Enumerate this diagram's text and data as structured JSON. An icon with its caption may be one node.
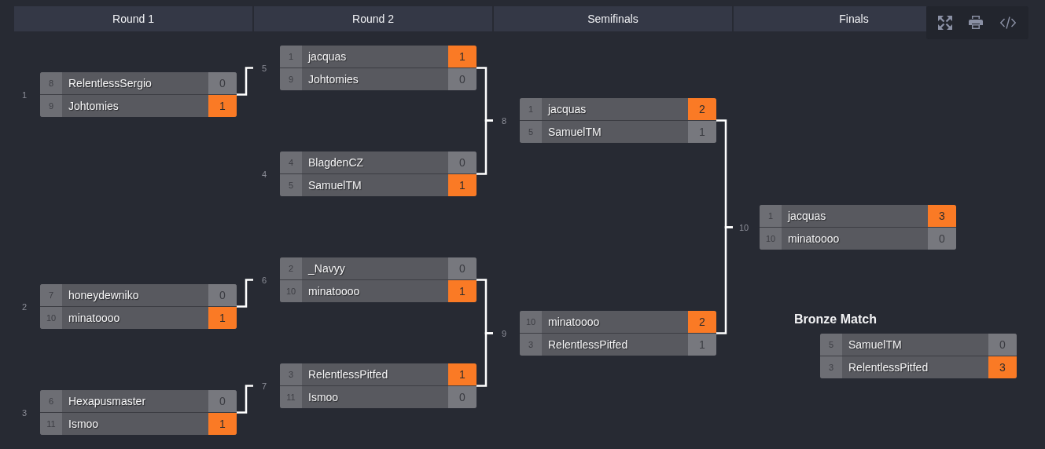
{
  "diagram": {
    "nodes": [
      {
        "text": [
          "8",
          "RelentlessSergio",
          "0",
          "9",
          "Johtomies",
          "1"
        ],
        "beside": [
          "1"
        ]
      },
      {
        "text": [
          "7",
          "honeydewniko",
          "0",
          "10",
          "minatoooo",
          "1"
        ],
        "beside": [
          "2"
        ]
      },
      {
        "text": [
          "6",
          "Hexapusmaster",
          "0",
          "11",
          "Ismoo",
          "1"
        ],
        "beside": [
          "3"
        ]
      },
      {
        "text": [
          "1",
          "jacquas",
          "1",
          "9",
          "Johtomies",
          "0"
        ],
        "beside": [
          "5"
        ]
      },
      {
        "text": [
          "4",
          "BlagdenCZ",
          "0",
          "5",
          "SamuelTM",
          "1"
        ],
        "beside": [
          "4"
        ]
      },
      {
        "text": [
          "2",
          "_Navyy",
          "0",
          "10",
          "minatoooo",
          "1"
        ],
        "beside": [
          "6"
        ]
      },
      {
        "text": [
          "3",
          "RelentlessPitfed",
          "1",
          "11",
          "Ismoo",
          "0"
        ],
        "beside": [
          "7"
        ]
      },
      {
        "text": [
          "1",
          "jacquas",
          "2",
          "5",
          "SamuelTM",
          "1"
        ],
        "beside": [
          "8"
        ]
      },
      {
        "text": [
          "10",
          "minatoooo",
          "2",
          "3",
          "RelentlessPitfed",
          "1"
        ],
        "beside": [
          "9"
        ]
      },
      {
        "text": [
          "1",
          "jacquas",
          "3",
          "10",
          "minatoooo",
          "0"
        ],
        "beside": [
          "10"
        ]
      },
      {
        "text": [
          "Bronze Match",
          "5",
          "SamuelTM",
          "0",
          "3",
          "RelentlessPitfed",
          "3"
        ]
      }
    ],
    "edges": [
      {
        "from": 0,
        "to": 3,
        "arrow": "none"
      },
      {
        "from": 1,
        "to": 5,
        "arrow": "none"
      },
      {
        "from": 2,
        "to": 6,
        "arrow": "none"
      },
      {
        "from": 3,
        "to": 7,
        "arrow": "none"
      },
      {
        "from": 4,
        "to": 7,
        "arrow": "none"
      },
      {
        "from": 5,
        "to": 8,
        "arrow": "none"
      },
      {
        "from": 6,
        "to": 8,
        "arrow": "none"
      },
      {
        "from": 7,
        "to": 9,
        "arrow": "none"
      },
      {
        "from": 8,
        "to": 9,
        "arrow": "none"
      }
    ],
    "labels": [
      "Round 1",
      "Round 2",
      "Semifinals",
      "Finals"
    ]
  }
}
